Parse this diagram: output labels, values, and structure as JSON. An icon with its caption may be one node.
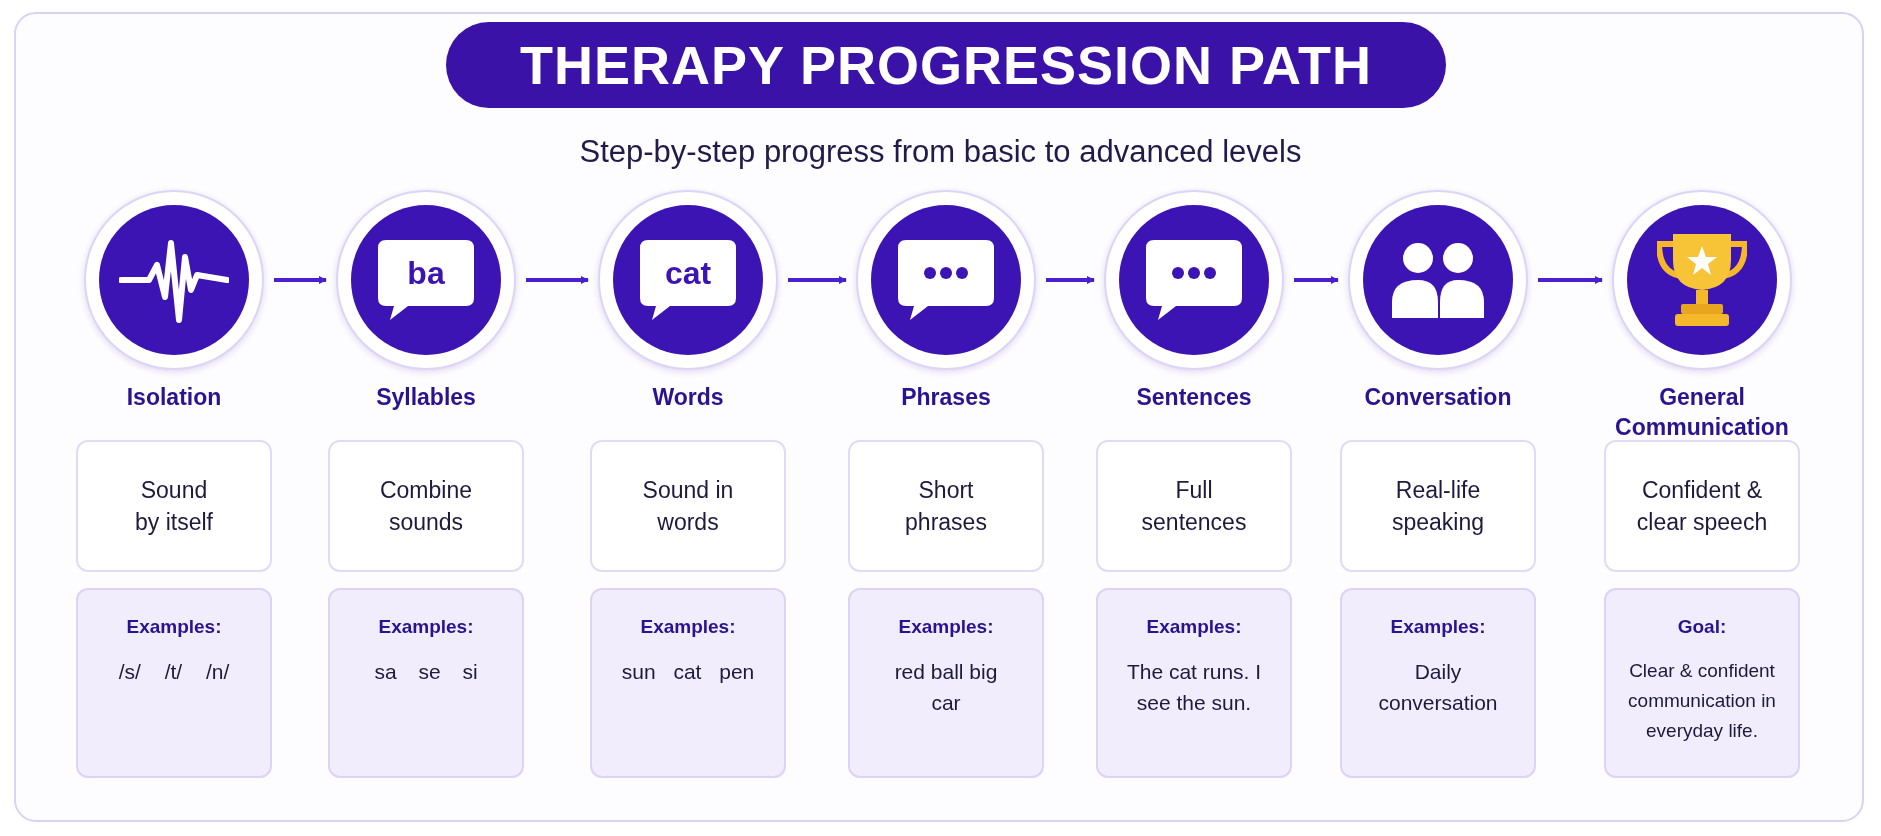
{
  "diagram": {
    "title": "THERAPY PROGRESSION PATH",
    "nodes": [
      {
        "text": [
          "Isolation"
        ]
      },
      {
        "text": [
          "ba",
          "Syllables"
        ]
      },
      {
        "text": [
          "cat",
          "Words"
        ]
      },
      {
        "text": [
          "Phrases"
        ]
      },
      {
        "text": [
          "Sentences"
        ]
      },
      {
        "text": [
          "Conversation"
        ]
      },
      {
        "text": [
          "General Communication"
        ]
      },
      {
        "text": [
          "Sound by itself"
        ]
      },
      {
        "text": [
          "Combine sounds"
        ]
      },
      {
        "text": [
          "Sound in words"
        ]
      },
      {
        "text": [
          "Short phrases"
        ]
      },
      {
        "text": [
          "Full sentences"
        ]
      },
      {
        "text": [
          "Real-life speaking"
        ]
      },
      {
        "text": [
          "Confident & clear speech"
        ]
      },
      {
        "text": [
          "Examples:",
          "/s/ /t/ /n/"
        ]
      },
      {
        "text": [
          "Examples:",
          "sa se si"
        ]
      },
      {
        "text": [
          "Examples:",
          "sun cat pen"
        ]
      },
      {
        "text": [
          "Examples:",
          "red ball big car"
        ]
      },
      {
        "text": [
          "Examples:",
          "The cat runs. I see the sun."
        ]
      },
      {
        "text": [
          "Examples:",
          "Daily conversation"
        ]
      },
      {
        "text": [
          "Goal:",
          "Clear & confident communication in everyday life."
        ]
      }
    ],
    "edges": [
      {
        "from": 0,
        "to": 1,
        "arrow": "to"
      },
      {
        "from": 1,
        "to": 2,
        "arrow": "to"
      },
      {
        "from": 2,
        "to": 3,
        "arrow": "to"
      },
      {
        "from": 3,
        "to": 4,
        "arrow": "to"
      },
      {
        "from": 4,
        "to": 5,
        "arrow": "to"
      },
      {
        "from": 5,
        "to": 6,
        "arrow": "to"
      }
    ],
    "labels": [
      "Step-by-step progress from basic to advanced levels"
    ]
  }
}
